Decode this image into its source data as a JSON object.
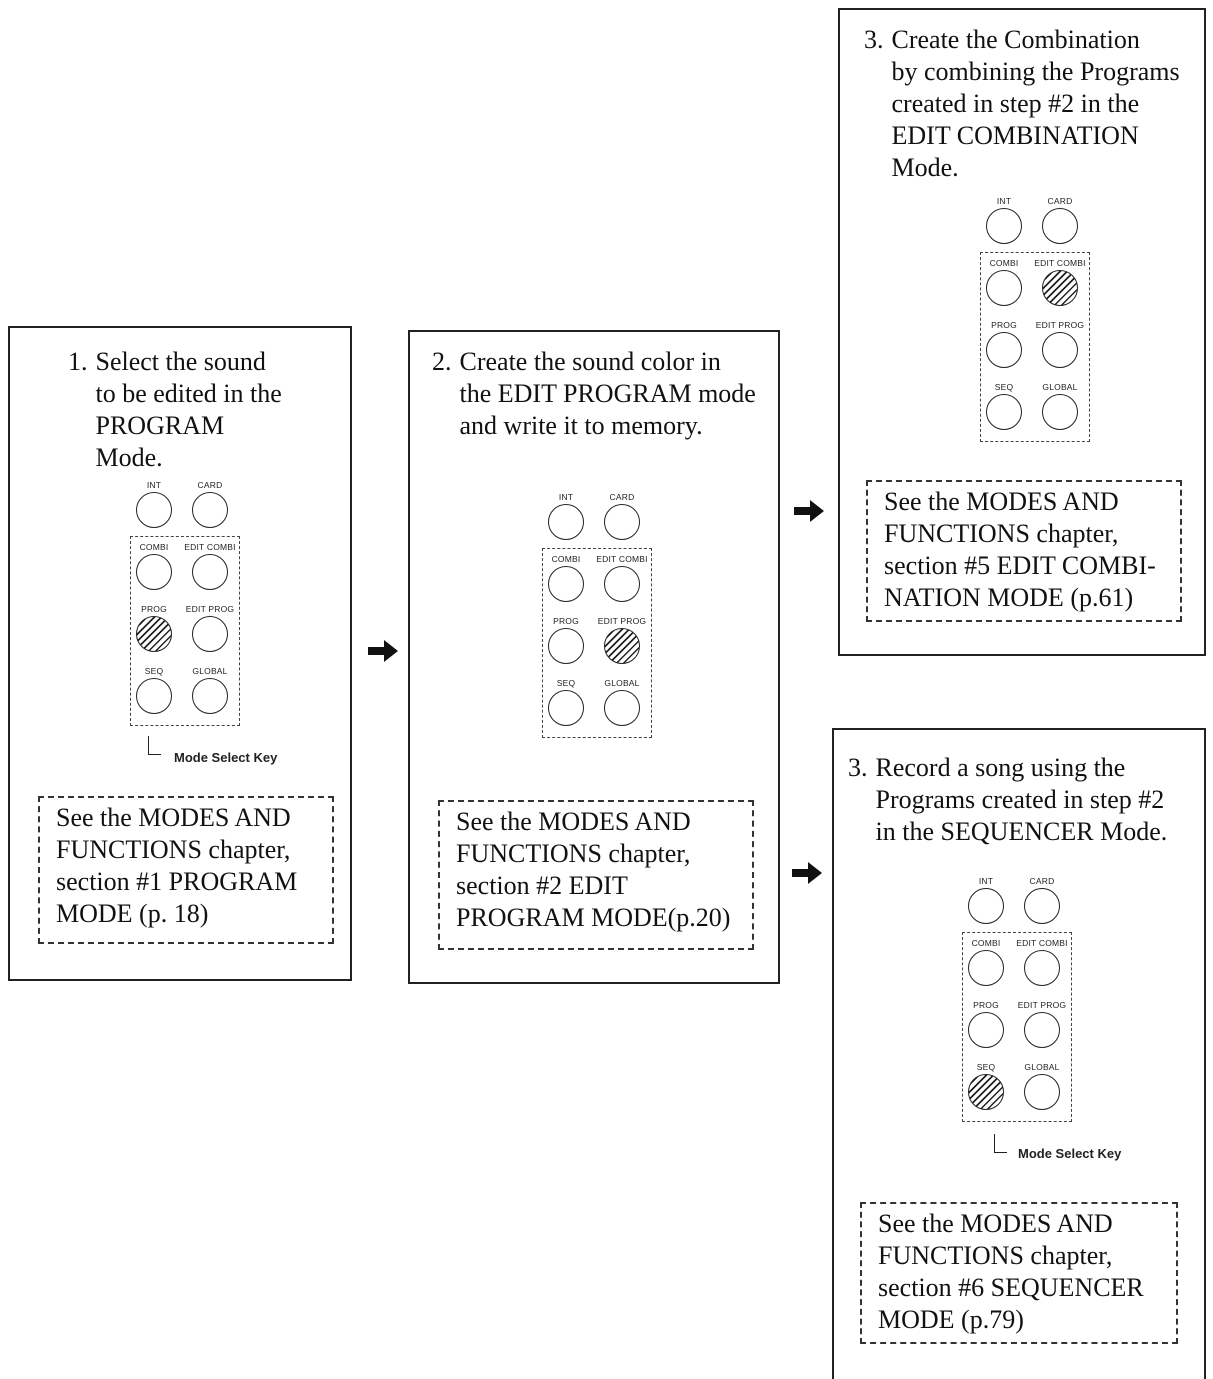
{
  "steps": [
    {
      "id": "step-1",
      "number": "1.",
      "text": "Select the sound\nto be edited in the\nPROGRAM\nMode.",
      "reference": "See the MODES AND\nFUNCTIONS chapter,\nsection #1 PROGRAM\nMODE (p. 18)",
      "active_key": "PROG",
      "caption": "Mode Select Key"
    },
    {
      "id": "step-2",
      "number": "2.",
      "text": "Create the sound color in\nthe EDIT PROGRAM mode\nand write it to memory.",
      "reference": "See the MODES AND\nFUNCTIONS chapter,\nsection #2 EDIT\nPROGRAM MODE(p.20)",
      "active_key": "EDIT PROG"
    },
    {
      "id": "step-3a",
      "number": "3.",
      "text": "Create the Combination\nby combining the Programs\ncreated in step #2 in the\nEDIT COMBINATION\nMode.",
      "reference": "See the MODES AND\nFUNCTIONS chapter,\nsection #5 EDIT COMBI-\nNATION MODE (p.61)",
      "active_key": "EDIT COMBI"
    },
    {
      "id": "step-3b",
      "number": "3.",
      "text": "Record a song using the\nPrograms created in step #2\nin the SEQUENCER Mode.",
      "reference": "See the MODES AND\nFUNCTIONS chapter,\nsection #6 SEQUENCER\nMODE (p.79)",
      "active_key": "SEQ",
      "caption": "Mode Select Key"
    }
  ],
  "keypad": {
    "labels": [
      "INT",
      "CARD",
      "COMBI",
      "EDIT COMBI",
      "PROG",
      "EDIT PROG",
      "SEQ",
      "GLOBAL"
    ]
  },
  "colors": {
    "ink": "#222222",
    "paper": "#ffffff"
  },
  "icons": {
    "flow_arrow": "right-arrow-icon",
    "active_key": "hatched-circle-icon"
  }
}
